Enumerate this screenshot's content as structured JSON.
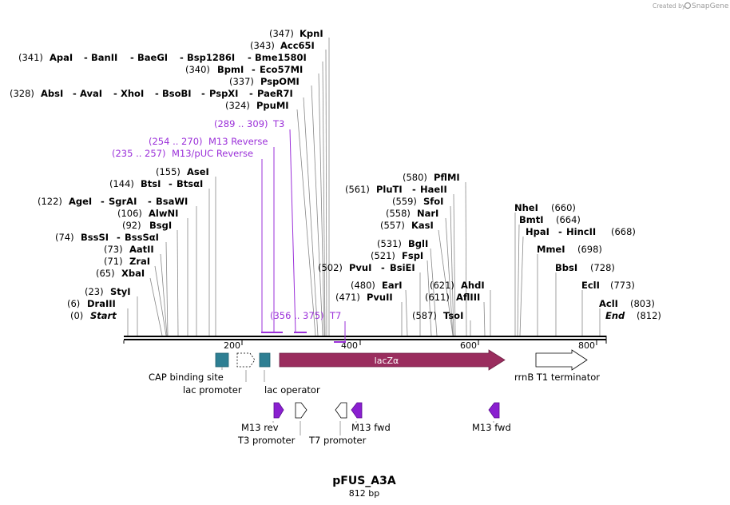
{
  "credit": {
    "created_by": "Created by",
    "brand": "SnapGene"
  },
  "title": "pFUS_A3A",
  "subtitle": "812 bp",
  "ruler": {
    "ticks": [
      "200",
      "400",
      "600",
      "800"
    ]
  },
  "sites": {
    "kpni": {
      "pos": "(347)",
      "name": "KpnI"
    },
    "acc65i": {
      "pos": "(343)",
      "name": "Acc65I"
    },
    "apai": {
      "pos": "(341)",
      "n1": "ApaI",
      "n2": "BanII",
      "n3": "BaeGI",
      "n4": "Bsp1286I",
      "n5": "Bme1580I"
    },
    "bpmi": {
      "pos": "(340)",
      "n1": "BpmI",
      "n2": "Eco57MI"
    },
    "pspomi": {
      "pos": "(337)",
      "name": "PspOMI"
    },
    "absi": {
      "pos": "(328)",
      "n1": "AbsI",
      "n2": "AvaI",
      "n3": "XhoI",
      "n4": "BsoBI",
      "n5": "PspXI",
      "n6": "PaeR7I"
    },
    "ppumi": {
      "pos": "(324)",
      "name": "PpuMI"
    },
    "asei": {
      "pos": "(155)",
      "name": "AseI"
    },
    "btsi": {
      "pos": "(144)",
      "n1": "BtsI",
      "n2": "BtsαI"
    },
    "agei": {
      "pos": "(122)",
      "n1": "AgeI",
      "n2": "SgrAI",
      "n3": "BsaWI"
    },
    "alwni": {
      "pos": "(106)",
      "name": "AlwNI"
    },
    "bsgi": {
      "pos": "(92)",
      "name": "BsgI"
    },
    "bsssi": {
      "pos": "(74)",
      "n1": "BssSI",
      "n2": "BssSαI"
    },
    "aatii": {
      "pos": "(73)",
      "name": "AatII"
    },
    "zrai": {
      "pos": "(71)",
      "name": "ZraI"
    },
    "xbai": {
      "pos": "(65)",
      "name": "XbaI"
    },
    "styi": {
      "pos": "(23)",
      "name": "StyI"
    },
    "draiii": {
      "pos": "(6)",
      "name": "DraIII"
    },
    "start": {
      "pos": "(0)",
      "name": "Start"
    },
    "pflmi": {
      "pos": "(580)",
      "name": "PflMI"
    },
    "pluti": {
      "pos": "(561)",
      "n1": "PluTI",
      "n2": "HaeII"
    },
    "sfoi": {
      "pos": "(559)",
      "name": "SfoI"
    },
    "nari": {
      "pos": "(558)",
      "name": "NarI"
    },
    "kasi": {
      "pos": "(557)",
      "name": "KasI"
    },
    "bgli": {
      "pos": "(531)",
      "name": "BglI"
    },
    "fspi": {
      "pos": "(521)",
      "name": "FspI"
    },
    "pvui": {
      "pos": "(502)",
      "n1": "PvuI",
      "n2": "BsiEI"
    },
    "eari": {
      "pos": "(480)",
      "name": "EarI"
    },
    "pvuii": {
      "pos": "(471)",
      "name": "PvuII"
    },
    "ahdi": {
      "pos": "(621)",
      "name": "AhdI"
    },
    "aflIII": {
      "pos": "(611)",
      "name": "AflIII"
    },
    "tsoi": {
      "pos": "(587)",
      "name": "TsoI"
    },
    "nhei": {
      "pos": "(660)",
      "name": "NheI"
    },
    "bmti": {
      "pos": "(664)",
      "name": "BmtI"
    },
    "hpai": {
      "pos": "(668)",
      "n1": "HpaI",
      "n2": "HincII"
    },
    "mmei": {
      "pos": "(698)",
      "name": "MmeI"
    },
    "bbsi": {
      "pos": "(728)",
      "name": "BbsI"
    },
    "ecli": {
      "pos": "(773)",
      "name": "EclI"
    },
    "acli": {
      "pos": "(803)",
      "name": "AclI"
    },
    "end": {
      "pos": "(812)",
      "name": "End"
    }
  },
  "primers": {
    "t3": {
      "range": "(289 .. 309)",
      "name": "T3"
    },
    "m13rev": {
      "range": "(254 .. 270)",
      "name": "M13 Reverse"
    },
    "m13puc": {
      "range": "(235 .. 257)",
      "name": "M13/pUC Reverse"
    },
    "t7": {
      "range": "(356 .. 375)",
      "name": "T7"
    }
  },
  "features": {
    "cap": "CAP binding site",
    "lac_promoter": "lac promoter",
    "lac_operator": "lac operator",
    "lacz": "lacZα",
    "rrnb": "rrnB T1 terminator",
    "m13rev": "M13 rev",
    "t3promoter": "T3 promoter",
    "t7promoter": "T7 promoter",
    "m13fwd1": "M13 fwd",
    "m13fwd2": "M13 fwd"
  },
  "colors": {
    "primer": "#9b30d9",
    "feature_teal": "#2e7f93",
    "lacz": "#9a2d5e",
    "backbone": "#000000"
  }
}
